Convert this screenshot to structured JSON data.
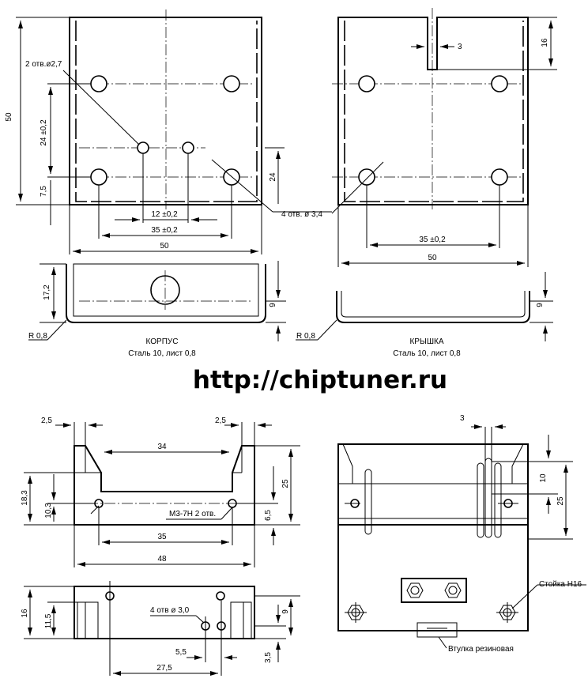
{
  "website": "http://chiptuner.ru",
  "top_left": {
    "title": "КОРПУС",
    "material": "Сталь 10, лист 0,8",
    "dims": {
      "height": "50",
      "hole_note": "2 отв.ø2,7",
      "v24": "24 ±0,2",
      "v7": "7,5",
      "h12": "12 ±0,2",
      "h35": "35 ±0,2",
      "h50": "50",
      "side_h": "17,2",
      "side_9": "9",
      "radius": "R 0,8"
    }
  },
  "top_right": {
    "title": "КРЫШКА",
    "material": "Сталь 10, лист 0,8",
    "dims": {
      "slot": "3",
      "slot_depth": "16",
      "v24": "24",
      "hole_note": "4 отв. ø 3,4",
      "h35": "35 ±0,2",
      "h50": "50",
      "side_9": "9",
      "radius": "R 0,8"
    }
  },
  "bottom_left": {
    "dims": {
      "left_25": "2,5",
      "right_25": "2,5",
      "inner_34": "34",
      "v18": "18,3",
      "v10": "10,3",
      "v25": "25",
      "v6": "6,5",
      "thread_note": "M3-7H 2 отв.",
      "h35": "35",
      "h48": "48",
      "v16": "16",
      "v11": "11,5",
      "v9": "9",
      "hole_note": "4 отв ø 3,0",
      "h5": "5,5",
      "h27": "27,5",
      "v3": "3,5"
    }
  },
  "bottom_right": {
    "dims": {
      "slot": "3",
      "v10": "10",
      "v25": "25",
      "standoff": "Стойка Н16",
      "grommet": "Втулка резиновая"
    }
  }
}
